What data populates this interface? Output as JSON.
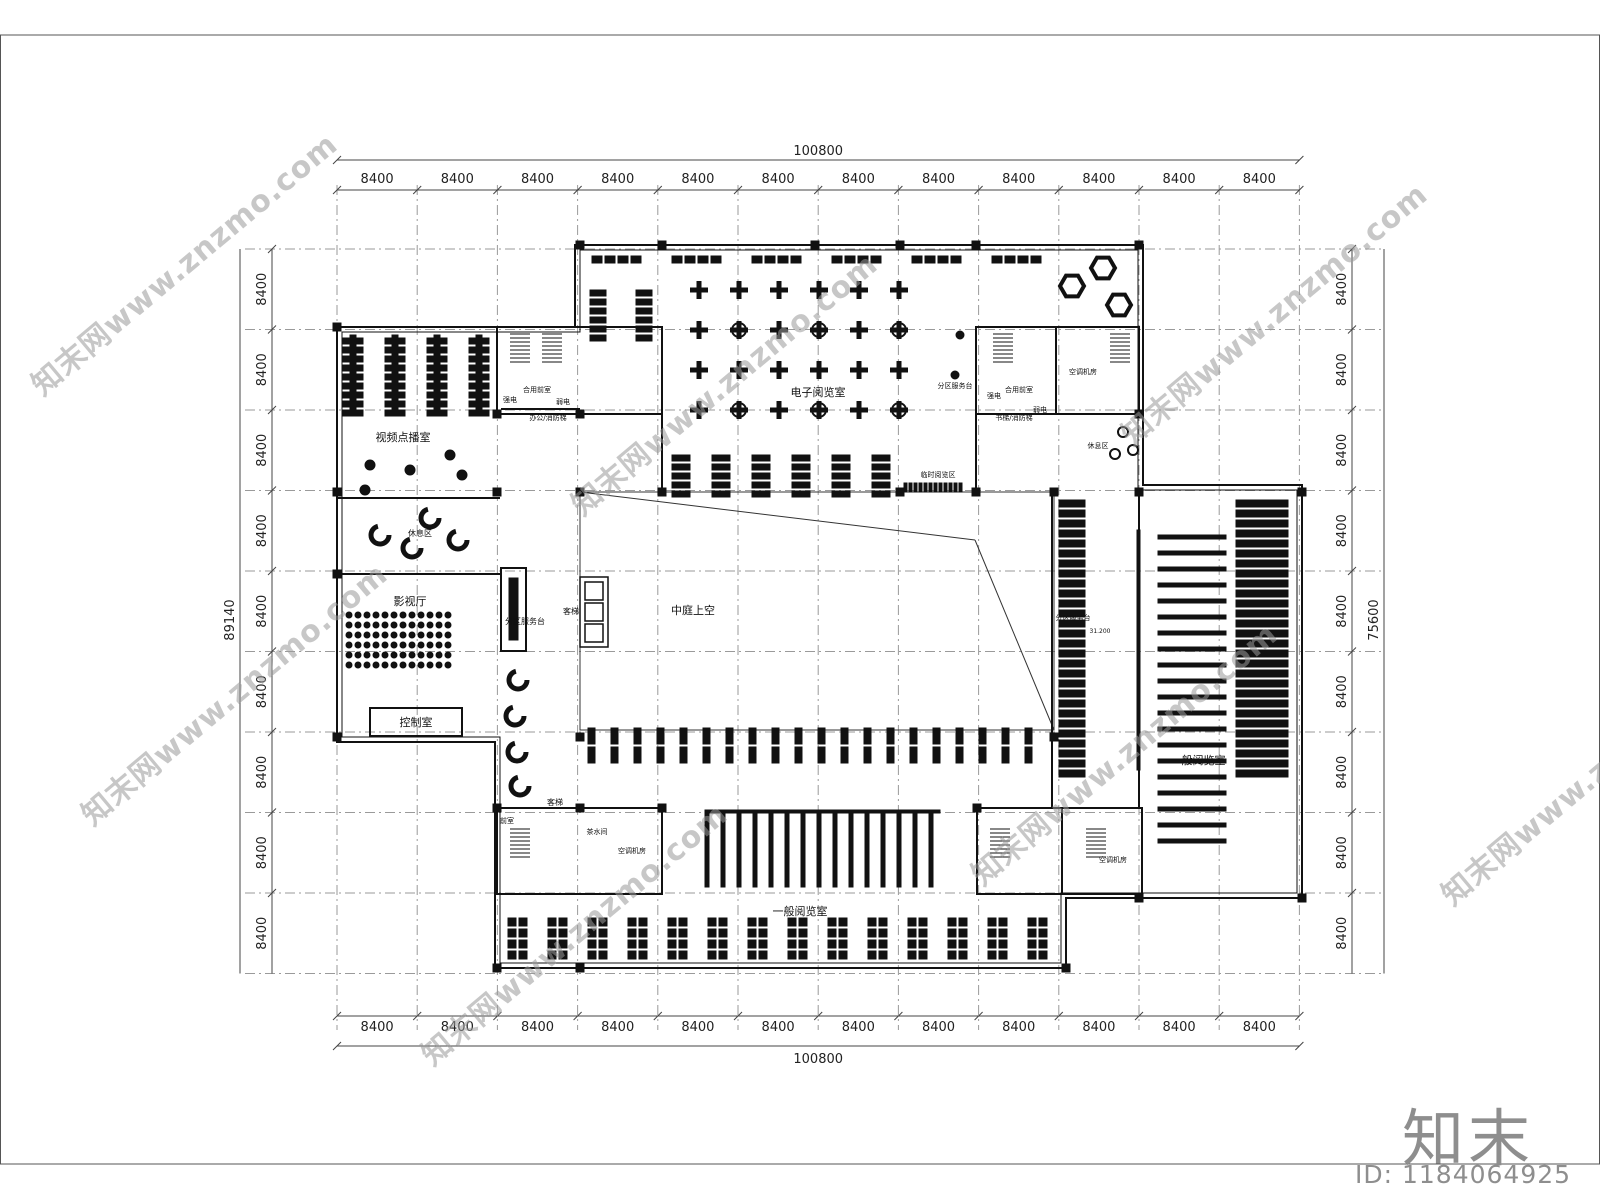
{
  "dimensions": {
    "top_total": "100800",
    "bottom_total": "100800",
    "left_total": "89140",
    "right_total": "75600",
    "bay": "8400"
  },
  "rooms": {
    "e_reading": "电子阅览室",
    "video_on_demand": "视频点播室",
    "rest_area_left": "休息区",
    "rest_area_right": "休息区",
    "cinema": "影视厅",
    "control_room": "控制室",
    "atrium": "中庭上空",
    "reading_bottom": "一般阅览室",
    "reading_right": "一般阅览室",
    "service_desk_left": "分区服务台",
    "service_desk_top": "分区服务台",
    "service_desk_right": "分区服务台",
    "lift_center": "客梯",
    "lift_bottom": "客梯",
    "shared_lobby_left": "合用前室",
    "shared_lobby_right": "合用前室",
    "strong_elec": "强电",
    "weak_elec": "弱电",
    "strong_elec_r": "强电",
    "weak_elec_r": "弱电",
    "office_stair": "办公/消防梯",
    "book_lift": "书梯/消防梯",
    "ac_room_top": "空调机房",
    "ac_room_bl": "空调机房",
    "ac_room_br": "空调机房",
    "pantry": "茶水间",
    "temp_reading": "临时阅览区",
    "anteroom": "前室",
    "level_mark": "31.200"
  },
  "watermark": {
    "text": "知末网www.znzmo.com",
    "logo": "知末",
    "id": "ID: 1184064925"
  }
}
